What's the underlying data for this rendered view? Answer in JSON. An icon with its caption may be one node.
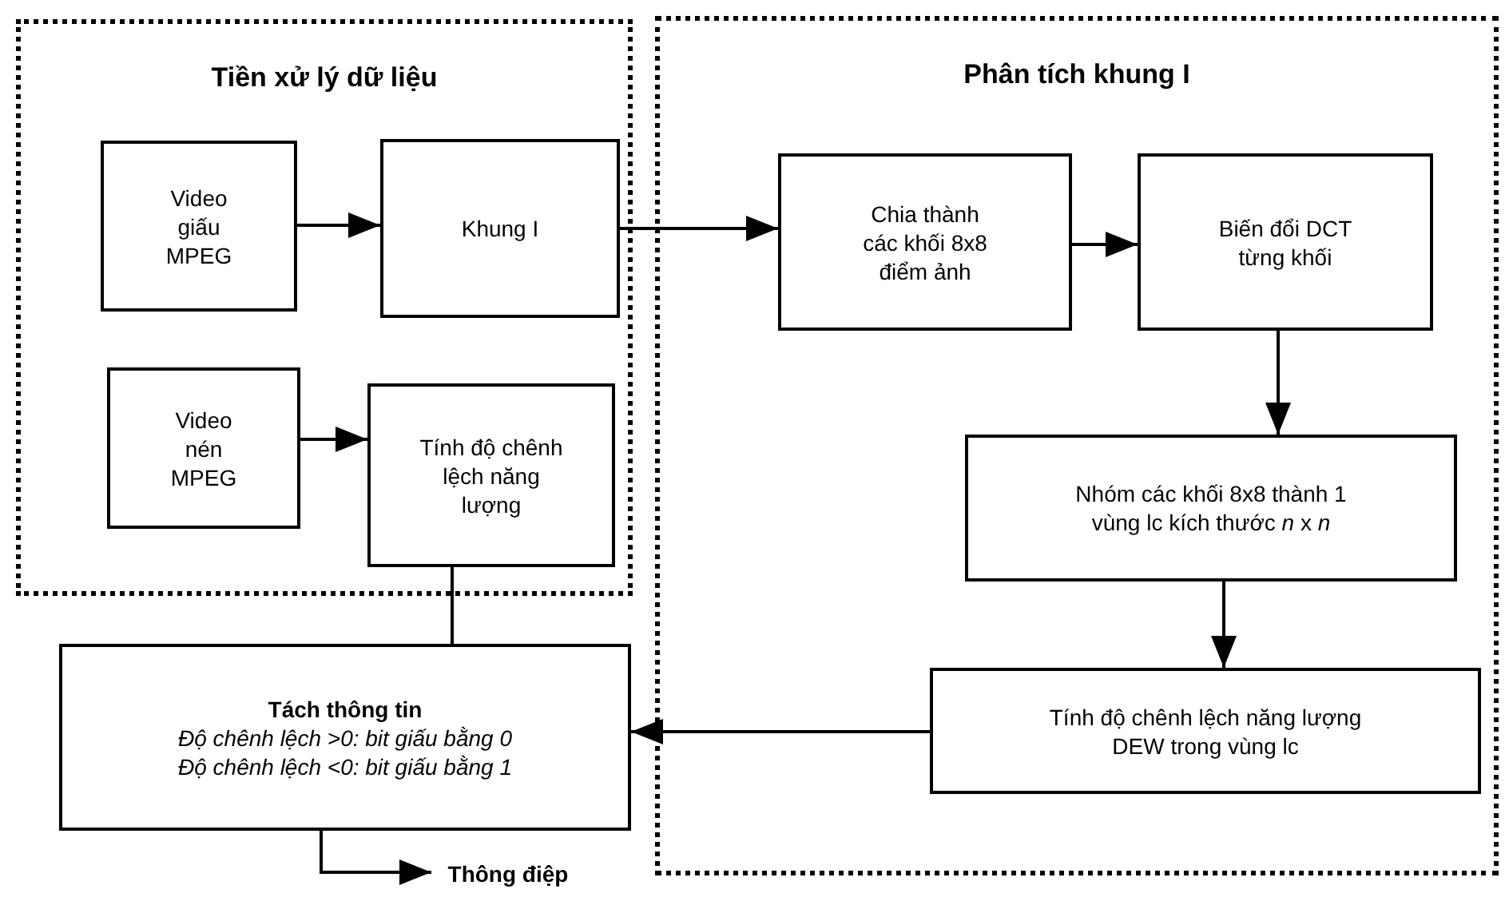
{
  "diagram": {
    "nodes": [
      {
        "text": [
          "Tiền xử lý dữ liệu"
        ]
      },
      {
        "text": [
          "Phân tích khung I"
        ]
      },
      {
        "text": [
          "Video giấu MPEG"
        ],
        "in": 0
      },
      {
        "text": [
          "Khung I"
        ],
        "in": 0
      },
      {
        "text": [
          "Video nén MPEG"
        ],
        "in": 0
      },
      {
        "text": [
          "Tính độ chênh lệch năng lượng"
        ],
        "in": 0
      },
      {
        "text": [
          "Chia thành các khối 8x8 điểm ảnh"
        ],
        "in": 1
      },
      {
        "text": [
          "Biến đổi DCT từng khối"
        ],
        "in": 1
      },
      {
        "text": [
          "Nhóm các khối 8x8 thành 1 vùng lc kích thước *n* x *n*"
        ],
        "in": 1
      },
      {
        "text": [
          "Tính độ chênh lệch năng lượng DEW trong vùng lc"
        ],
        "in": 1
      },
      {
        "text": [
          "Tách thông tin",
          "Độ chênh lệch >0: bit giấu bằng 0",
          "Độ chênh lệch <0: bit giấu bằng 1"
        ]
      },
      {
        "text": [
          "Thông điệp"
        ]
      }
    ],
    "edges": [
      {
        "from": 2,
        "to": 3,
        "arrow": "to"
      },
      {
        "from": 3,
        "to": 6,
        "arrow": "to"
      },
      {
        "from": 4,
        "to": 5,
        "arrow": "to"
      },
      {
        "from": 6,
        "to": 7,
        "arrow": "to"
      },
      {
        "from": 7,
        "to": 8,
        "arrow": "to"
      },
      {
        "from": 8,
        "to": 9,
        "arrow": "to"
      },
      {
        "from": 9,
        "to": 10,
        "arrow": "to"
      },
      {
        "from": 5,
        "to": 10,
        "arrow": "none"
      },
      {
        "from": 10,
        "to": 11,
        "arrow": "to"
      }
    ]
  }
}
